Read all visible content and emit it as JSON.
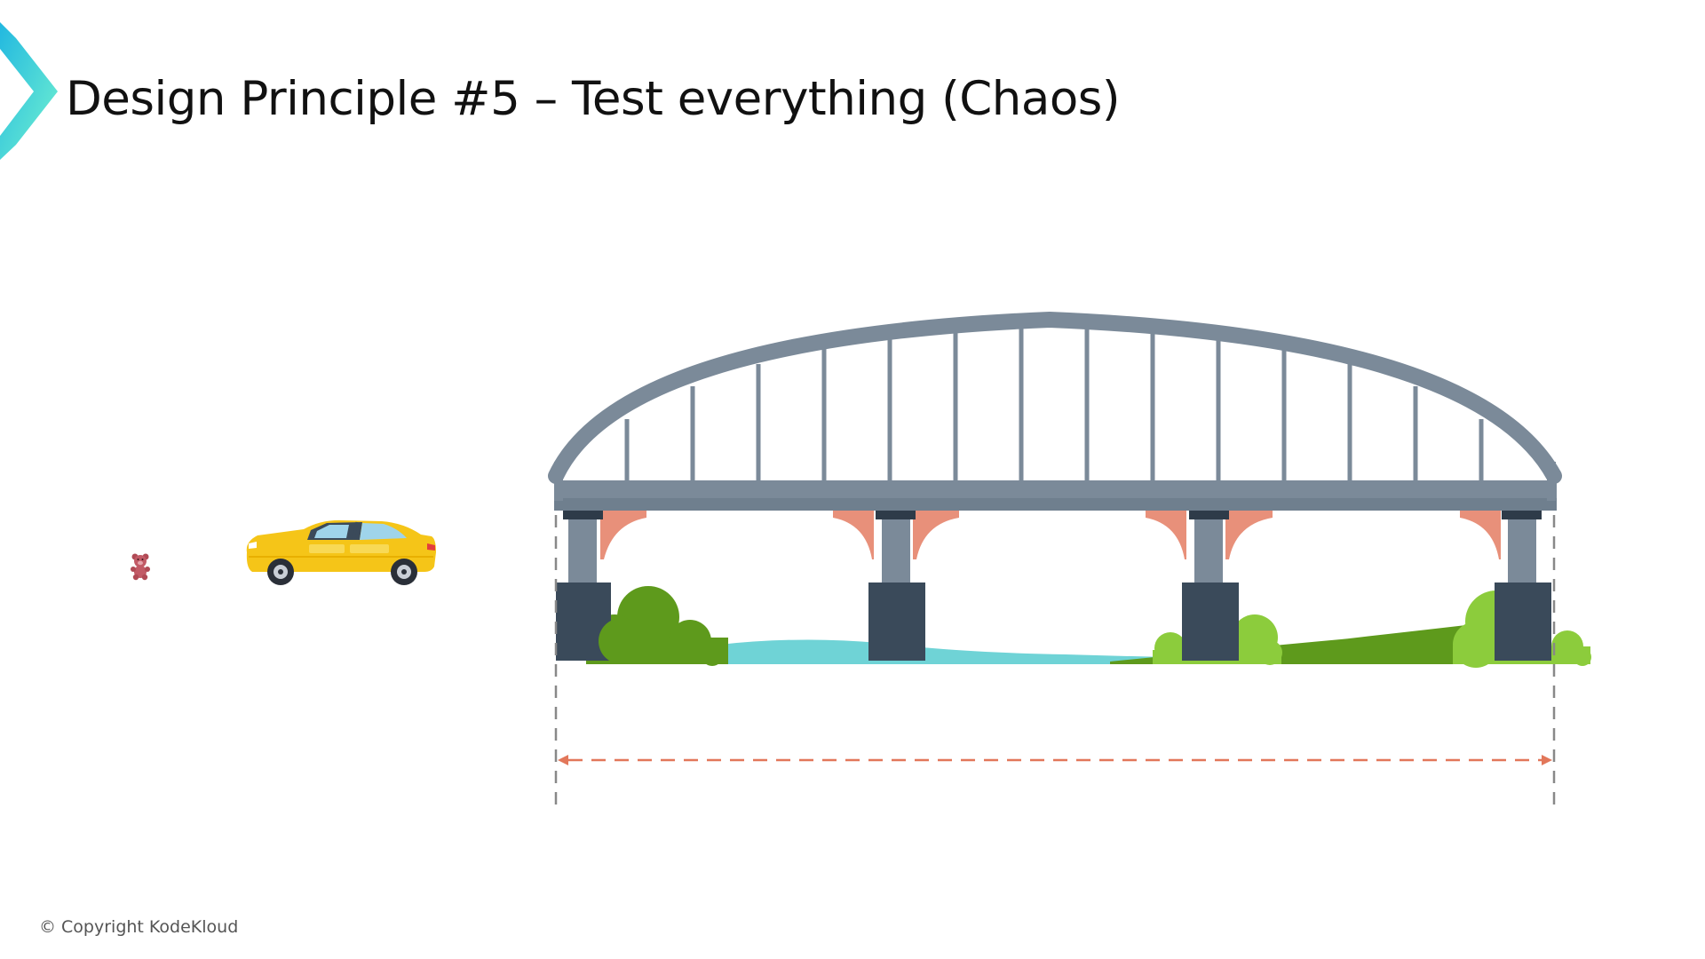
{
  "slide": {
    "title": "Design Principle #5 – Test everything (Chaos)",
    "copyright": "© Copyright KodeKloud"
  },
  "icons": {
    "brand": "kodekloud-chevron-logo",
    "toy": "teddy-bear-icon",
    "vehicle": "car-icon",
    "structure": "bridge-illustration",
    "measure": "span-arrow"
  },
  "colors": {
    "brand_gradient_start": "#2ec4d6",
    "brand_gradient_end": "#6ff0d4",
    "bridge_steel": "#7b8a99",
    "bridge_deck": "#6f7f8e",
    "pier_dark": "#3a4a5a",
    "bracket_salmon": "#e8907a",
    "bush_dark": "#5e9a1c",
    "bush_light": "#8ccc3c",
    "water": "#6fd3d6",
    "car_yellow": "#f5c518",
    "span_arrow": "#e2775a",
    "guide_line": "#888888"
  }
}
